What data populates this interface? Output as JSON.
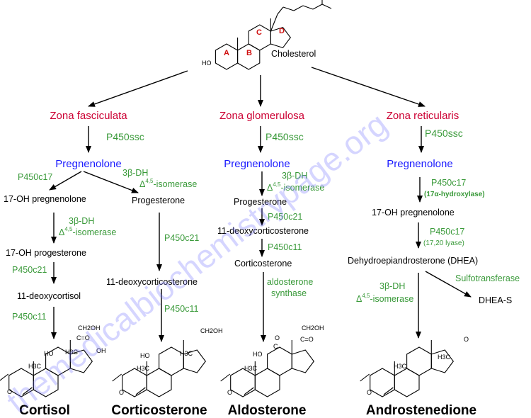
{
  "watermark": "themedicalbiochemistrypage.org",
  "cholesterol": {
    "label": "Cholesterol",
    "rings": [
      "A",
      "B",
      "C",
      "D"
    ],
    "ho": "HO"
  },
  "columns": [
    {
      "zone": "Zona fasciculata",
      "enzyme": "P450ssc",
      "precursor": "Pregnenolone"
    },
    {
      "zone": "Zona glomerulosa",
      "enzyme": "P450ssc",
      "precursor": "Pregnenolone"
    },
    {
      "zone": "Zona reticularis",
      "enzyme": "P450ssc",
      "precursor": "Pregnenolone"
    }
  ],
  "fasciculata": {
    "e1": "P450c17",
    "m1": "17-OH pregnenolone",
    "e2a": "3β-DH",
    "e2b": "Δ",
    "e2sup": "4,5",
    "e2c": "-isomerase",
    "m2": "17-OH progesterone",
    "e3": "P450c21",
    "m3": "11-deoxycortisol",
    "e4": "P450c11",
    "b1a": "3β-DH",
    "b1b": "Δ",
    "b1sup": "4,5",
    "b1c": "-isomerase",
    "bm1": "Progesterone",
    "b2": "P450c21",
    "bm2": "11-deoxycorticosterone",
    "b3": "P450c11"
  },
  "glomerulosa": {
    "e1a": "3β-DH",
    "e1b": "Δ",
    "e1sup": "4,5",
    "e1c": "-isomerase",
    "m1": "Progesterone",
    "e2": "P450c21",
    "m2": "11-deoxycorticosterone",
    "e3": "P450c11",
    "m3": "Corticosterone",
    "e4a": "aldosterone",
    "e4b": "synthase"
  },
  "reticularis": {
    "e1": "P450c17",
    "e1note": "(17α-hydroxylase)",
    "m1": "17-OH pregnenolone",
    "e2": "P450c17",
    "e2note": "(17,20 lyase)",
    "m2": "Dehydroepiandrosterone (DHEA)",
    "e3": "Sulfotransferase",
    "m3": "DHEA-S",
    "e4a": "3β-DH",
    "e4b": "Δ",
    "e4sup": "4,5",
    "e4c": "-isomerase"
  },
  "atoms": {
    "o": "O",
    "ho": "HO",
    "oh": "OH",
    "h3c": "H3C",
    "ch2oh": "CH2OH",
    "co": "C=O",
    "c": "C"
  },
  "products": [
    "Cortisol",
    "Corticosterone",
    "Aldosterone",
    "Androstenedione"
  ]
}
